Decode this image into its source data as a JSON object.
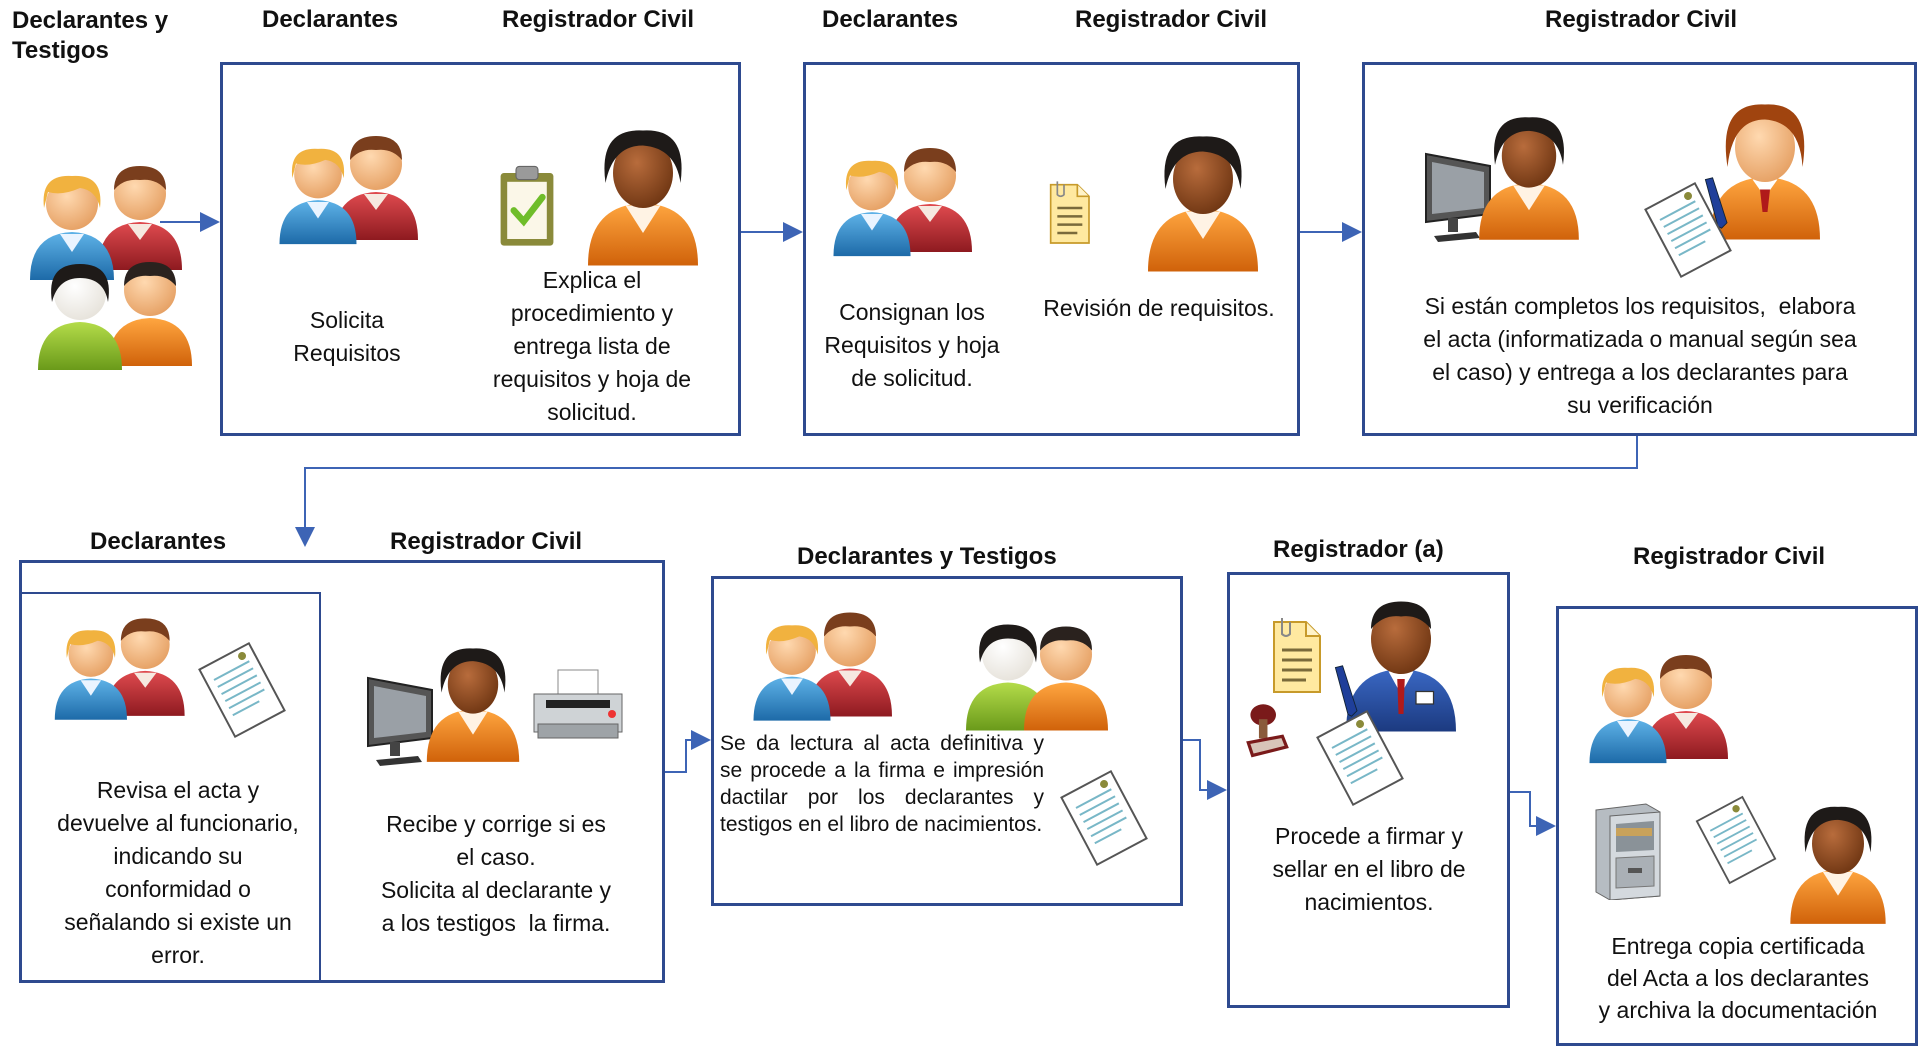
{
  "headers": {
    "declarantes_testigos_1": "Declarantes y\nTestigos",
    "declarantes_1": "Declarantes",
    "registrador_1": "Registrador Civil",
    "declarantes_2": "Declarantes",
    "registrador_2": "Registrador Civil",
    "registrador_3": "Registrador Civil",
    "declarantes_3": "Declarantes",
    "registrador_4": "Registrador Civil",
    "declarantes_testigos_2": "Declarantes y Testigos",
    "registrador_a": "Registrador (a)",
    "registrador_5": "Registrador Civil"
  },
  "steps": {
    "solicita": "Solicita\nRequisitos",
    "explica": "Explica el\nprocedimiento y\nentrega lista de\nrequisitos y hoja de\nsolicitud.",
    "consignan": "Consignan los\nRequisitos y hoja\nde solicitud.",
    "revision": "Revisión de requisitos.",
    "elabora": "Si están completos los requisitos,  elabora\nel acta (informatizada o manual según sea\nel caso) y entrega a los declarantes para\nsu verificación",
    "revisa": "Revisa el acta y\ndevuelve al funcionario,\nindicando su\nconformidad o\nseñalando si existe un\nerror.",
    "recibe": "Recibe y corrige si es\nel caso.\nSolicita al declarante y\na los testigos  la firma.",
    "lectura": "Se da lectura al acta definitiva y se procede a la firma e impresión dactilar por los declarantes y testigos en el libro de nacimientos.",
    "procede": "Procede a firmar y\nsellar en el libro de\nnacimientos.",
    "entrega": "Entrega copia certificada\ndel Acta a los declarantes\ny archiva la documentación"
  },
  "colors": {
    "box_border": "#2e4a8f",
    "arrow": "#3d64b5",
    "person_blue": "#2f86c6",
    "person_red": "#b8252d",
    "person_green": "#8bbf2a",
    "person_orange": "#e8821c",
    "skin_light": "#f2b884",
    "skin_dark": "#8a4a22",
    "hair_blonde": "#f1b23f",
    "hair_dark": "#1e1a18"
  }
}
